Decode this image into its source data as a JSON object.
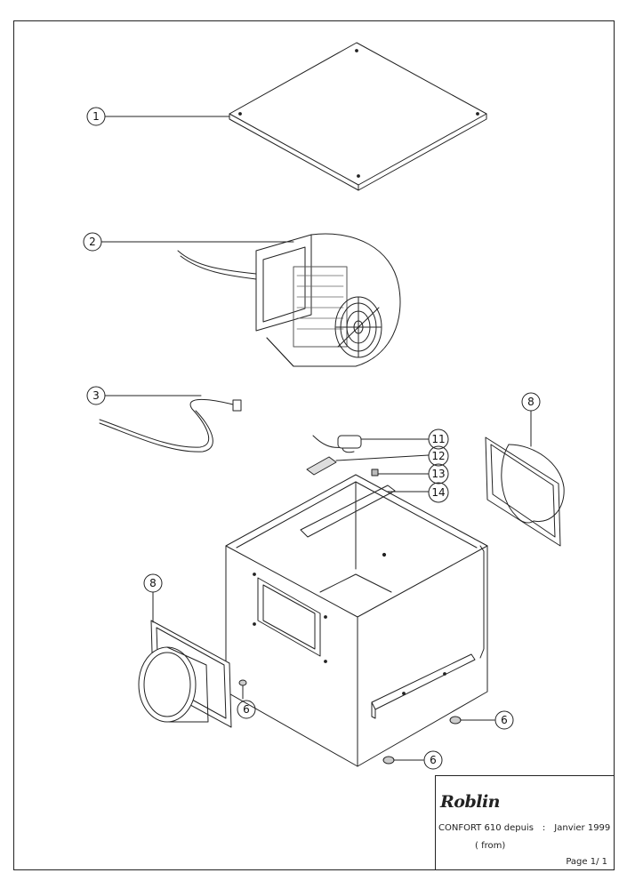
{
  "callouts": {
    "c1": "1",
    "c2": "2",
    "c3": "3",
    "c6a": "6",
    "c6b": "6",
    "c6c": "6",
    "c8a": "8",
    "c8b": "8",
    "c11": "11",
    "c12": "12",
    "c13": "13",
    "c14": "14"
  },
  "titleblock": {
    "brand": "Roblin",
    "model": "CONFORT 610 depuis",
    "colon": ":",
    "date": "Janvier 1999",
    "from": "( from)",
    "page": "Page 1/ 1"
  }
}
